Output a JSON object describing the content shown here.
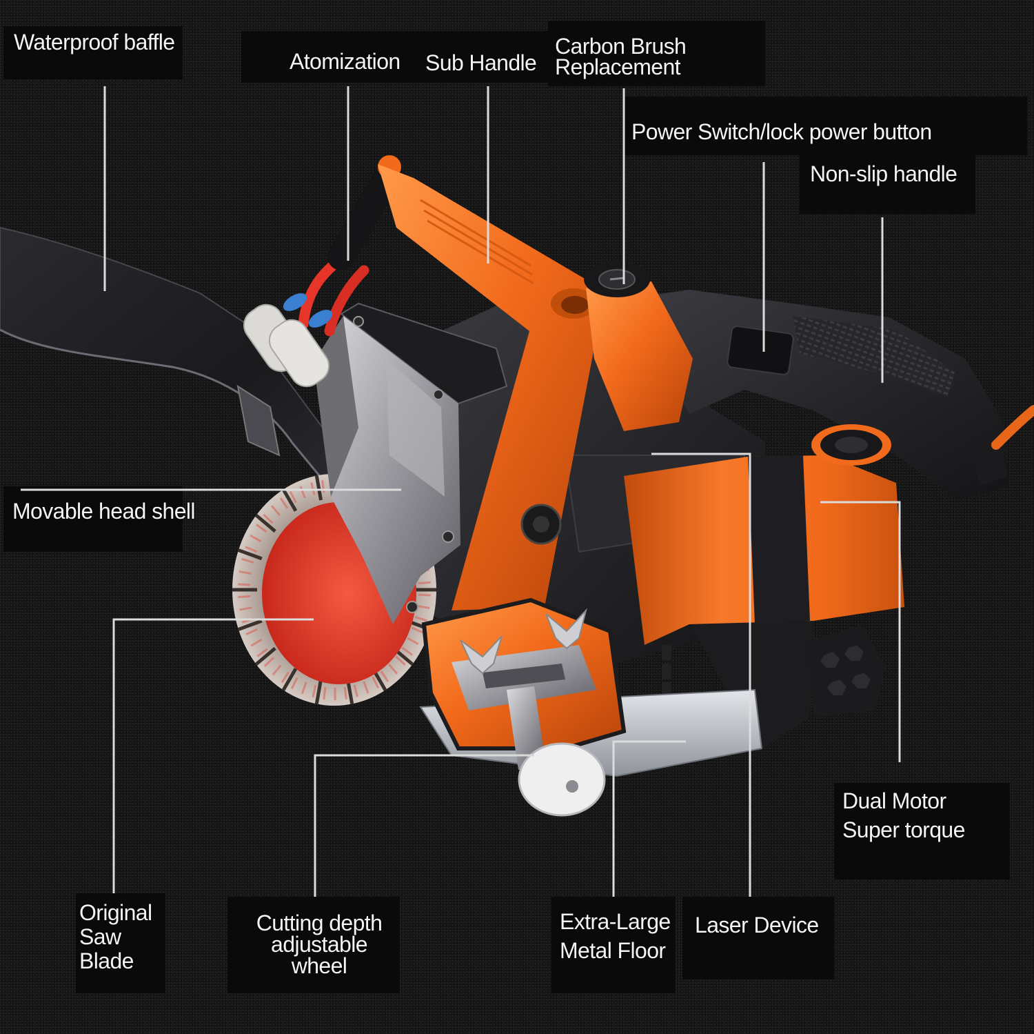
{
  "callouts": {
    "waterproof_baffle": "Waterproof baffle",
    "atomization": "Atomization",
    "sub_handle": "Sub Handle",
    "carbon_brush_replacement": [
      "Carbon Brush",
      "Replacement"
    ],
    "power_switch": "Power Switch/lock power button",
    "non_slip_handle": "Non-slip handle",
    "movable_head_shell": "Movable head shell",
    "original_saw_blade": [
      "Original",
      "Saw",
      "Blade"
    ],
    "cutting_depth_wheel": [
      "Cutting depth",
      "adjustable",
      "wheel"
    ],
    "metal_floor": [
      "Extra-Large",
      "Metal Floor"
    ],
    "laser_device": "Laser Device",
    "dual_motor": [
      "Dual Motor",
      "Super torque"
    ]
  },
  "colors": {
    "background": "#161616",
    "label_box": "#0a0a0a",
    "text": "#f4f4f4",
    "leader_line": "#dcdcdc",
    "tool_orange": "#f26a1b",
    "blade_red": "#e23b2c",
    "tool_black": "#1e1e22"
  }
}
